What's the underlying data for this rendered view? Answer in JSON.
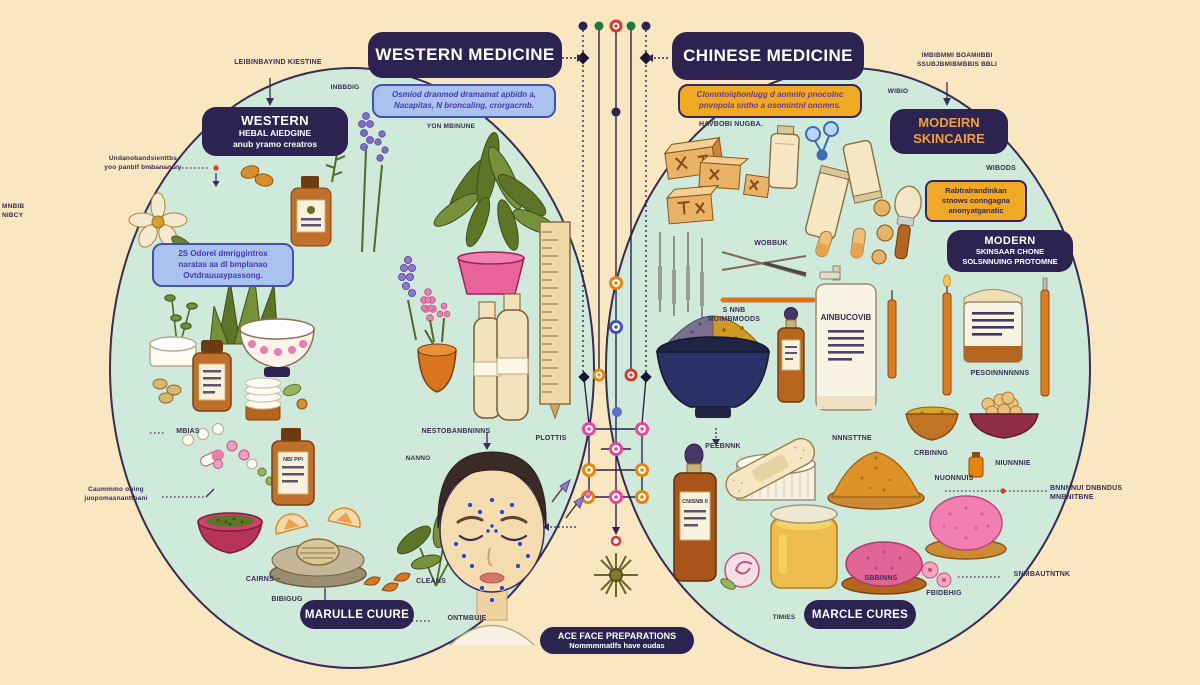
{
  "colors": {
    "background": "#f8e7c1",
    "panel": "#cfe9db",
    "navy": "#2c2350",
    "orange": "#f0a922",
    "blue_note_bg": "#a9c3ee",
    "blue_note_text": "#4a35b0",
    "accent_pink": "#e8639c",
    "label_text": "#3a2d55"
  },
  "titles": {
    "western": "WESTERN MEDICINE",
    "western_sub": "Osmiod dranmod dramamat apbidn a,\nNacapitas, N broncaling, crorgacrnb.",
    "chinese": "CHINESE MEDICINE",
    "chinese_sub": "Clomntoiqhonlugg d aomnlo pnocolnc\npnvopola sntho a osomintnl onomns."
  },
  "boxes": {
    "western_herbal_title": "WESTERN",
    "western_herbal_sub": "HEBAL AIEDGINE\nanub yramo creatros",
    "western_note": "2S Odorel dmriggintrox\nnaratas aa dl bmplanao\nOvtdrauuaypassong.",
    "modern_skincare": "MODEIRN\nSKINCAIRE",
    "skincare_note": "Rabtralrandinkan\nstnows conngagna\nanonyatganatic",
    "modern_solutions_title": "MODERN",
    "modern_solutions_sub": "SKINSAAR CHONE\nSOLSNNUING PROTOMNE"
  },
  "pills": {
    "left": "MARULLE CUURE",
    "center_line1": "ACE FACE PREPARATIONS",
    "center_line2": "Nommmmatlfs have oudas",
    "right": "MARCLE CURES"
  },
  "labels": {
    "top_left": "LEIBINBAYIND KIESTINE",
    "inbbdig": "INBBDIG",
    "undano": "Undanobandsienttbs\nyoo panblf bmbsnsncry",
    "mnbib": "MNBIB\nNIBCY",
    "yon": "YON MBINUNE",
    "mbias": "MBIAS",
    "caummmo": "Caummmo oning\njuopomasnanttbani",
    "cairns": "CAIRNS –",
    "bibigug": "BIBIGUG",
    "cleans": "CLEANS",
    "ontmbuie": "ONTMBUIE",
    "nestob": "NESTOBANBNINNS",
    "nanno": "NANNO",
    "plottis": "PLOTTIS",
    "top_right": "IMBIBMMI BOAMIIBBI\nSSUBJBMIBMBBIS BBLI",
    "wibio": "WIBIO",
    "havbobi": "HAVBOBI NUGBA.",
    "wibods": "WIBODS",
    "wobbuk": "WOBBUK",
    "muimb": "S NNB\nMUIMBMOODS",
    "peebnnk": "PEEBNNK",
    "nnnsttne": "NNNSTTNE",
    "pesoi": "PESOINNNNNNS",
    "crbinng": "CRBINNG",
    "nuonnuis": "NUONNUIS",
    "niunnnie": "NIUNNNIE",
    "bnnnnui": "BNNNNUI DNBNDUS\nMNBNITBNE",
    "snmbau": "SNMBAUTNTNK",
    "fbidbhig": "FBIDBHIG",
    "sbbinns": "SBBINNS",
    "timies": "TIMIES"
  },
  "bottle_labels": {
    "pump": "AINBUCOVIB",
    "dropper": "CNISNB II",
    "amber": "NBI PPI"
  }
}
